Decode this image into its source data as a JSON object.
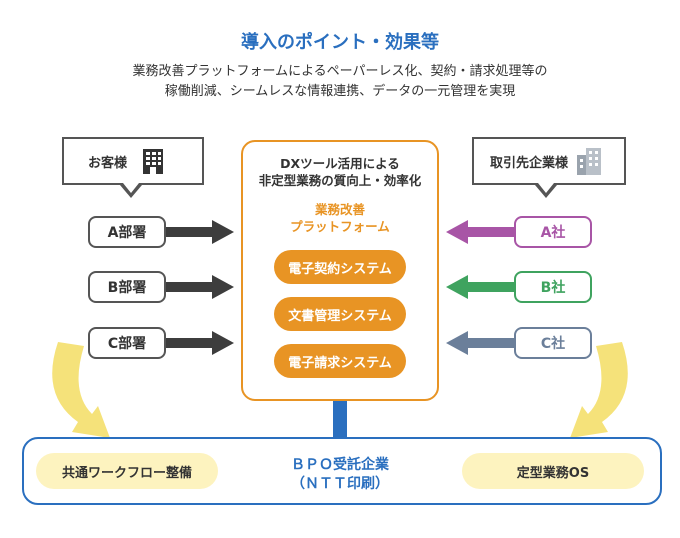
{
  "title": "導入のポイント・効果等",
  "subtitle_line1": "業務改善プラットフォームによるペーパーレス化、契約・請求処理等の",
  "subtitle_line2": "稼働削減、シームレスな情報連携、データの一元管理を実現",
  "left": {
    "header": "お客様",
    "icon": "building-icon",
    "depts": [
      "A部署",
      "B部署",
      "C部署"
    ]
  },
  "right": {
    "header": "取引先企業様",
    "icon": "buildings-icon",
    "companies": [
      "A社",
      "B社",
      "C社"
    ],
    "arrow_colors": [
      "#a855a6",
      "#3fa35f",
      "#6b7f9a"
    ]
  },
  "center": {
    "heading_line1": "DXツール活用による",
    "heading_line2": "非定型業務の質向上・効率化",
    "platform_line1": "業務改善",
    "platform_line2": "プラットフォーム",
    "systems": [
      "電子契約システム",
      "文書管理システム",
      "電子請求システム"
    ]
  },
  "bottom": {
    "left_label": "共通ワークフロー整備",
    "center_line1": "ＢＰＯ受託企業",
    "center_line2": "（ＮＴＴ印刷）",
    "right_label": "定型業務OS"
  },
  "colors": {
    "accent_blue": "#2a6fbf",
    "accent_orange": "#e89424",
    "dark_arrow": "#3d3d3d",
    "yellow": "#f5e27a"
  }
}
